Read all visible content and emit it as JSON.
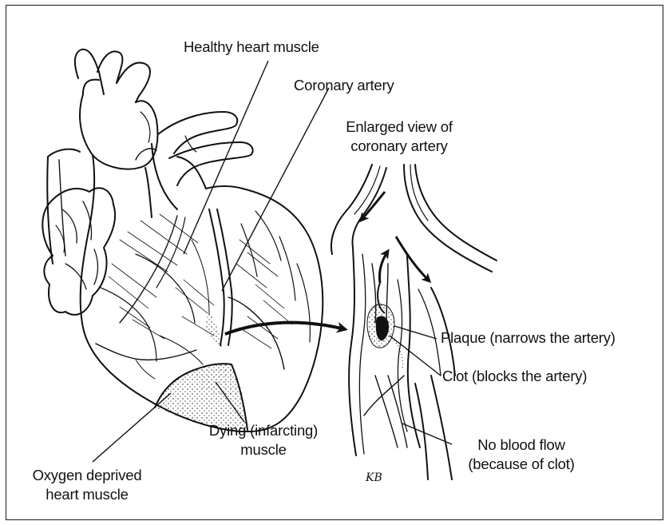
{
  "labels": {
    "healthy": "Healthy heart muscle",
    "coronary": "Coronary artery",
    "enlarged_1": "Enlarged view of",
    "enlarged_2": "coronary artery",
    "plaque": "Plaque (narrows the artery)",
    "clot": "Clot (blocks the artery)",
    "noflow_1": "No blood flow",
    "noflow_2": "(because of clot)",
    "dying_1": "Dying (infarcting)",
    "dying_2": "muscle",
    "oxygen_1": "Oxygen deprived",
    "oxygen_2": "heart muscle"
  },
  "artist_signature": "KB",
  "colors": {
    "ink": "#111111",
    "background": "#ffffff"
  }
}
